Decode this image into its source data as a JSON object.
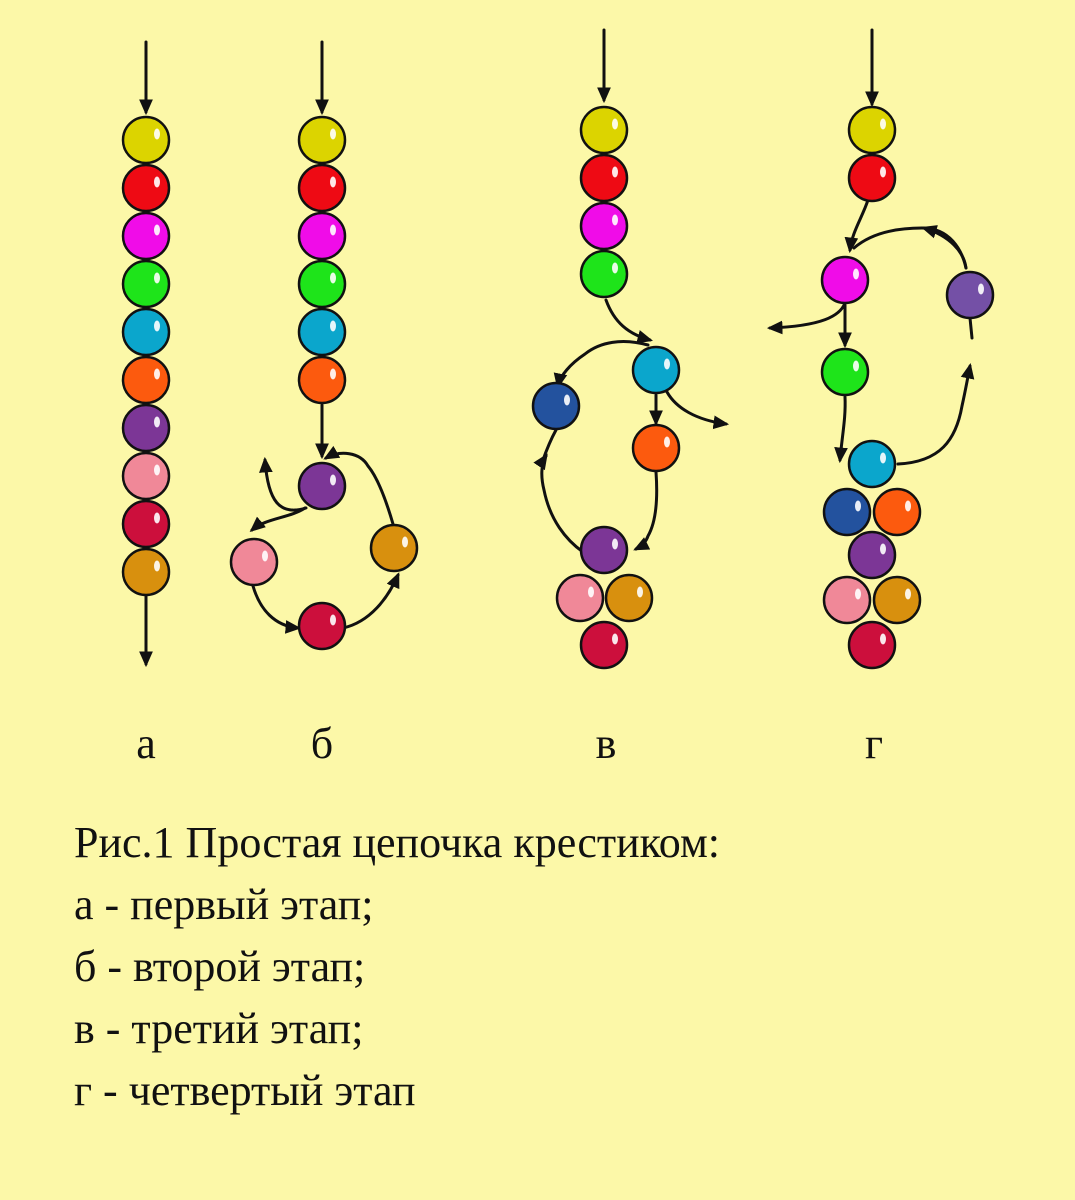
{
  "colors": {
    "background": "#fcf8a8",
    "yellow": "#dcd400",
    "red": "#ee0a14",
    "magenta": "#f00ce8",
    "green": "#1ee41a",
    "cyan": "#0ba6cc",
    "orange": "#fc5a0e",
    "purple": "#7c3696",
    "pink": "#f08898",
    "crimson": "#cc0f3c",
    "amber": "#d8900e",
    "navy": "#23529e",
    "violet": "#7450a6",
    "outline": "#111111"
  },
  "stages": [
    {
      "id": "a",
      "label": "а"
    },
    {
      "id": "b",
      "label": "б"
    },
    {
      "id": "v",
      "label": "в"
    },
    {
      "id": "g",
      "label": "г"
    }
  ],
  "caption": {
    "title": "Рис.1 Простая цепочка крестиком:",
    "lines": [
      "а - первый этап;",
      "б - второй этап;",
      "в - третий этап;",
      "г - четвертый этап"
    ]
  }
}
